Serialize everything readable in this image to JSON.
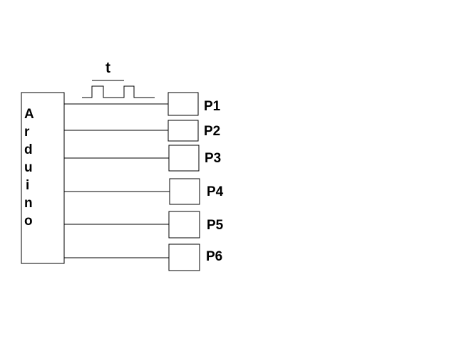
{
  "diagram": {
    "controller_label": [
      "A",
      "r",
      "d",
      "u",
      "i",
      "n",
      "o"
    ],
    "timing_label": "t",
    "pins": [
      {
        "label": "P1"
      },
      {
        "label": "P2"
      },
      {
        "label": "P3"
      },
      {
        "label": "P4"
      },
      {
        "label": "P5"
      },
      {
        "label": "P6"
      }
    ],
    "colors": {
      "stroke": "#000000",
      "background": "#ffffff"
    }
  }
}
